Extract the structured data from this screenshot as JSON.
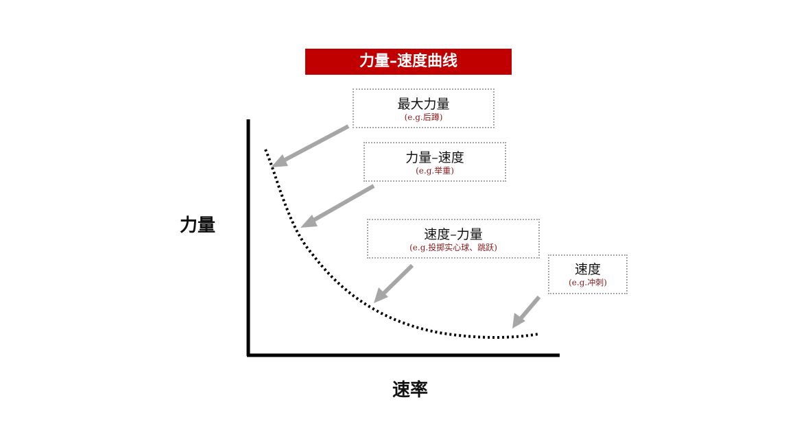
{
  "title": "力量–速度曲线",
  "y_axis_label": "力量",
  "x_axis_label": "速率",
  "labels": [
    {
      "id": "max",
      "main": "最大力量",
      "example": "(e.g.后蹲)"
    },
    {
      "id": "fv",
      "main": "力量–速度",
      "example": "(e.g.举重)"
    },
    {
      "id": "vf",
      "main": "速度–力量",
      "example": "(e.g.投掷实心球、跳跃)"
    },
    {
      "id": "v",
      "main": "速度",
      "example": "(e.g.冲刺)"
    }
  ],
  "colors": {
    "banner": "#c00000",
    "axes": "#000000",
    "curve": "#000000",
    "arrows": "#a6a6a6",
    "example_text": "#8b1a1a"
  }
}
